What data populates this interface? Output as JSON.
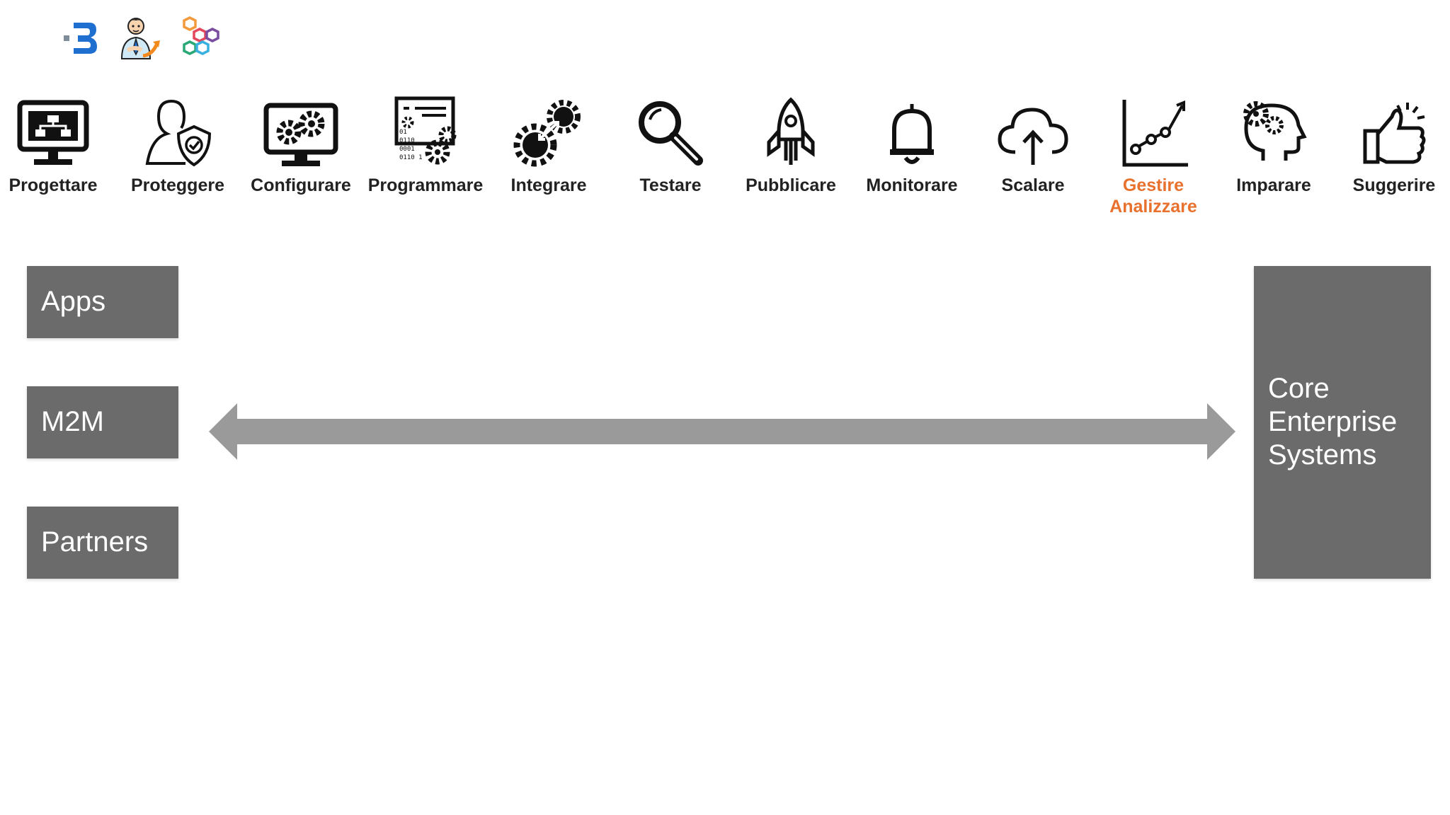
{
  "header": {
    "logos": [
      {
        "icon": "b-letter-logo-icon"
      },
      {
        "icon": "person-thumbs-up-logo-icon"
      },
      {
        "icon": "hexagon-cluster-logo-icon"
      }
    ]
  },
  "steps": [
    {
      "label": "Progettare",
      "icon": "monitor-network-icon"
    },
    {
      "label": "Proteggere",
      "icon": "user-shield-icon"
    },
    {
      "label": "Configurare",
      "icon": "monitor-gears-icon"
    },
    {
      "label": "Programmare",
      "icon": "code-gears-icon"
    },
    {
      "label": "Integrare",
      "icon": "gears-icon"
    },
    {
      "label": "Testare",
      "icon": "magnifier-icon"
    },
    {
      "label": "Pubblicare",
      "icon": "rocket-icon"
    },
    {
      "label": "Monitorare",
      "icon": "bell-icon"
    },
    {
      "label": "Scalare",
      "icon": "cloud-upload-icon"
    },
    {
      "label": "Gestire",
      "label2": "Analizzare",
      "icon": "line-chart-icon",
      "highlight": true
    },
    {
      "label": "Imparare",
      "icon": "head-gear-icon"
    },
    {
      "label": "Suggerire",
      "icon": "thumbs-up-icon"
    }
  ],
  "diagram": {
    "left_boxes": [
      "Apps",
      "M2M",
      "Partners"
    ],
    "right_box": [
      "Core",
      "Enterprise",
      "Systems"
    ]
  },
  "colors": {
    "box": "#6b6b6b",
    "arrow": "#9a9a9b",
    "highlight": "#e8712e",
    "logo_blue": "#1f6fd1"
  }
}
